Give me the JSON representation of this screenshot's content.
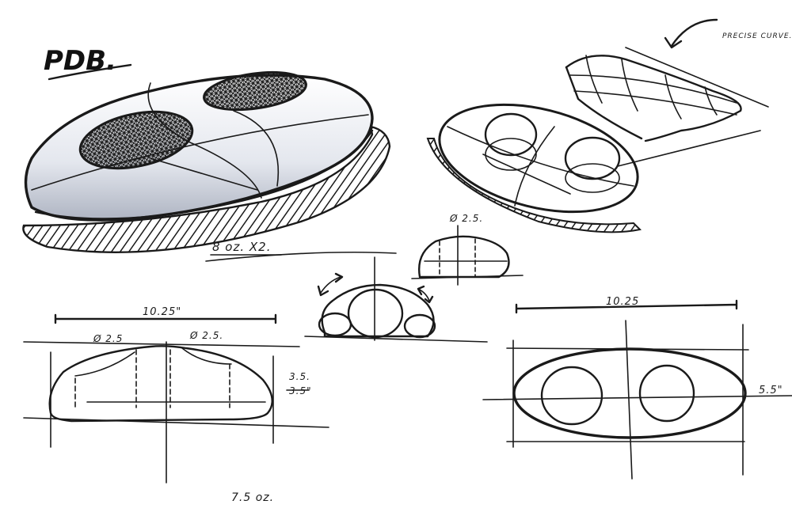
{
  "title": "PDB.",
  "annotations": {
    "weight_top": "8 oz. X2.",
    "top_note": "PRECISE CURVE.",
    "dia_small": "Ø 2.5.",
    "width_left": "10.25\"",
    "dia_left_a": "Ø 2.5",
    "dia_left_b": "Ø 2.5.",
    "height_left": "3.5.",
    "height_left_struck": "3.5\"",
    "width_right": "10.25",
    "height_right": "5.5\"",
    "weight_bottom": "7.5 oz."
  },
  "colors": {
    "ink": "#1a1a1a",
    "marker_shade": "#c9cdd6",
    "paper": "#ffffff"
  }
}
